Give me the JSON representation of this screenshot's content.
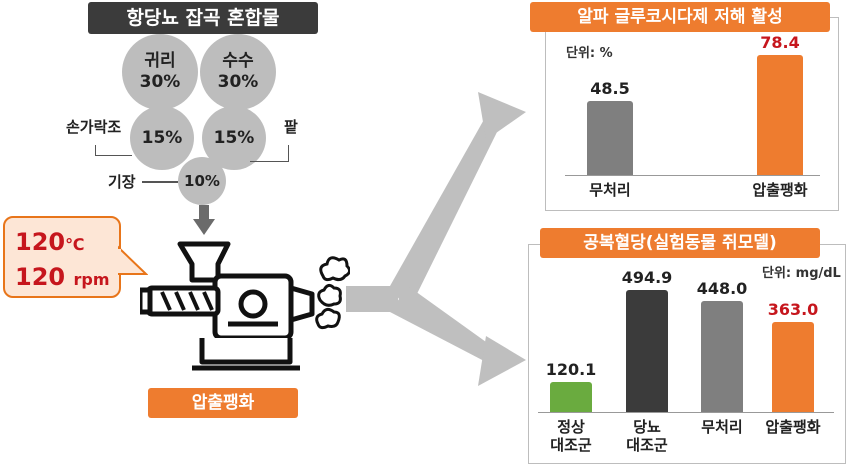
{
  "left": {
    "title": "항당뇨 잡곡 혼합물",
    "grains": {
      "barley": {
        "name": "귀리",
        "pct": "30%"
      },
      "sorghum": {
        "name": "수수",
        "pct": "30%"
      },
      "finger_millet": {
        "name": "손가락조",
        "pct": "15%"
      },
      "red_bean": {
        "name": "팥",
        "pct": "15%"
      },
      "millet": {
        "name": "기장",
        "pct": "10%"
      }
    },
    "condition": {
      "temp_value": "120",
      "temp_unit": "℃",
      "rpm_value": "120",
      "rpm_unit": "rpm"
    },
    "process_label": "압출팽화"
  },
  "chart1": {
    "title": "알파 글루코시다제 저해 활성",
    "unit": "단위: %"
  },
  "chart2": {
    "title": "공복혈당(실험동물 쥐모델)",
    "unit": "단위: mg/dL"
  },
  "colors": {
    "orange": "#ee7c2f",
    "gray": "#7f7f7f",
    "dark": "#3b3b3b",
    "green": "#6aab3f",
    "red_text": "#c6161d"
  },
  "chart_data": [
    {
      "type": "bar",
      "title": "알파 글루코시다제 저해 활성",
      "categories": [
        "무처리",
        "압출팽화"
      ],
      "values": [
        48.5,
        78.4
      ],
      "labels": [
        "48.5",
        "78.4"
      ],
      "ylabel": "단위: %",
      "ylim": [
        0,
        85
      ],
      "bar_colors": [
        "#7f7f7f",
        "#ee7c2f"
      ],
      "label_colors": [
        "#222222",
        "#c6161d"
      ]
    },
    {
      "type": "bar",
      "title": "공복혈당(실험동물 쥐모델)",
      "categories": [
        "정상\n대조군",
        "당뇨\n대조군",
        "무처리",
        "압출팽화"
      ],
      "values": [
        120.1,
        494.9,
        448.0,
        363.0
      ],
      "labels": [
        "120.1",
        "494.9",
        "448.0",
        "363.0"
      ],
      "ylabel": "단위: mg/dL",
      "ylim": [
        0,
        510
      ],
      "bar_colors": [
        "#6aab3f",
        "#3b3b3b",
        "#7f7f7f",
        "#ee7c2f"
      ],
      "label_colors": [
        "#222222",
        "#222222",
        "#222222",
        "#c6161d"
      ]
    }
  ]
}
